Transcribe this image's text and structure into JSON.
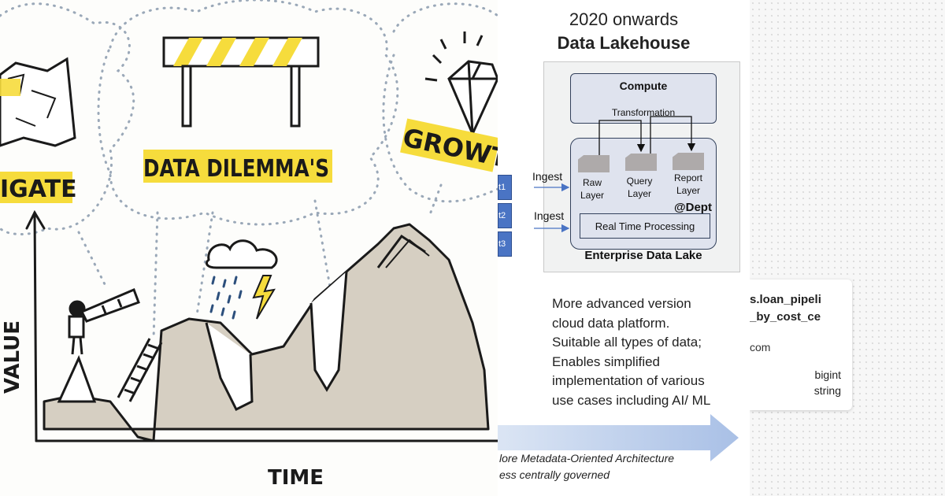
{
  "sketch": {
    "left_label": "IGATE",
    "center_label": "DATA DILEMMA'S",
    "right_label": "GROWT",
    "y_axis": "VALUE",
    "x_axis": "TIME"
  },
  "lakehouse": {
    "era": "2020 onwards",
    "title": "Data Lakehouse",
    "compute": "Compute",
    "transformation": "Transformation",
    "layers": [
      {
        "line1": "Raw",
        "line2": "Layer"
      },
      {
        "line1": "Query",
        "line2": "Layer"
      },
      {
        "line1": "Report",
        "line2": "Layer"
      }
    ],
    "dept": "@Dept",
    "real_time": "Real Time Processing",
    "lake": "Enterprise Data Lake",
    "ingest": [
      "Ingest",
      "Ingest"
    ],
    "sources": [
      "t1",
      "t2",
      "t3"
    ],
    "description": [
      "More advanced version",
      "cloud data platform.",
      "Suitable all types of data;",
      "Enables simplified",
      "implementation of various",
      "use cases including AI/ ML"
    ],
    "footer": [
      "lore  Metadata-Oriented Architecture",
      "ess centrally governed"
    ],
    "arrow_color": "#b4c7e7"
  },
  "card": {
    "line1": "s.loan_pipeli",
    "line2": "_by_cost_ce",
    "line3": "com",
    "type1": "bigint",
    "type2": "string"
  }
}
